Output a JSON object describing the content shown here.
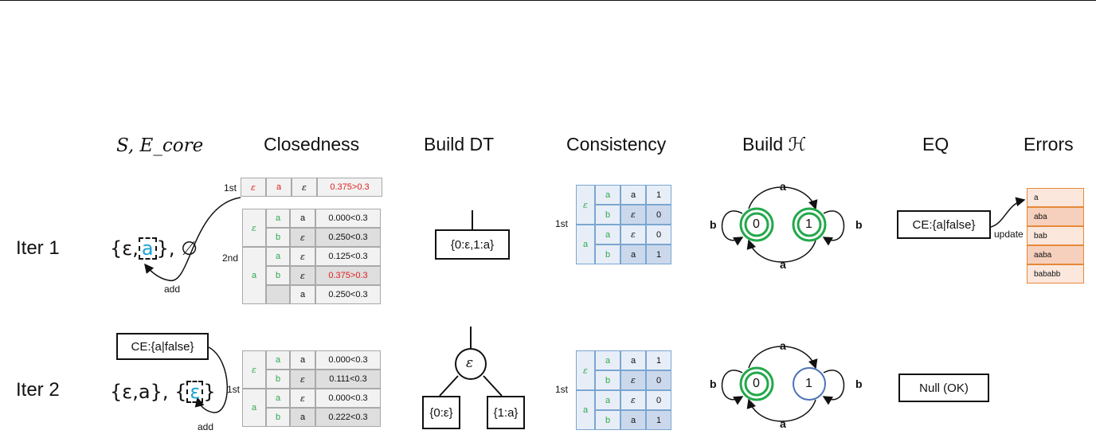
{
  "headers": {
    "s_e": "S, E_core",
    "closedness": "Closedness",
    "build_dt": "Build DT",
    "consistency": "Consistency",
    "build_h": "Build ℋ",
    "eq": "EQ",
    "errors": "Errors"
  },
  "iter1": {
    "label": "Iter 1",
    "set_prefix": "{ε,",
    "set_box": "a",
    "set_suffix": "}, ∅",
    "add_label": "add",
    "closed_first_label": "1st",
    "closed_second_label": "2nd",
    "closed_first_row": [
      "ε",
      "a",
      "ε",
      "0.375>0.3"
    ],
    "closed_second_rows": [
      {
        "c1": "ε",
        "c2": "a",
        "c3": "a",
        "c4": "0.000<0.3"
      },
      {
        "c1": "",
        "c2": "b",
        "c3": "ε",
        "c4": "0.250<0.3"
      },
      {
        "c1": "a",
        "c2": "a",
        "c3": "ε",
        "c4": "0.125<0.3"
      },
      {
        "c1": "",
        "c2": "b",
        "c3": "ε",
        "c4": "0.375>0.3"
      },
      {
        "c1": "",
        "c2": "",
        "c3": "a",
        "c4": "0.250<0.3"
      }
    ],
    "dt_node": "{0:ε,1:a}",
    "consistency_label": "1st",
    "consistency_rows": [
      {
        "c1": "ε",
        "c2": "a",
        "c3": "a",
        "c4": "1"
      },
      {
        "c1": "",
        "c2": "b",
        "c3": "ε",
        "c4": "0"
      },
      {
        "c1": "a",
        "c2": "a",
        "c3": "ε",
        "c4": "0"
      },
      {
        "c1": "",
        "c2": "b",
        "c3": "a",
        "c4": "1"
      }
    ],
    "h_states": [
      "0",
      "1"
    ],
    "h_edges": {
      "top": "a",
      "bottom": "a",
      "left": "b",
      "right": "b"
    },
    "eq_ce": "CE:{a|false}",
    "update_label": "update",
    "errors": [
      "a",
      "aba",
      "bab",
      "aaba",
      "bababb"
    ]
  },
  "iter2": {
    "label": "Iter 2",
    "ce_box": "CE:{a|false}",
    "set_prefix": "{ε,a}, {",
    "set_box": "ε",
    "set_suffix": "}",
    "add_label": "add",
    "closed_label": "1st",
    "closed_rows": [
      {
        "c1": "ε",
        "c2": "a",
        "c3": "a",
        "c4": "0.000<0.3"
      },
      {
        "c1": "",
        "c2": "b",
        "c3": "ε",
        "c4": "0.111<0.3"
      },
      {
        "c1": "a",
        "c2": "a",
        "c3": "ε",
        "c4": "0.000<0.3"
      },
      {
        "c1": "",
        "c2": "b",
        "c3": "a",
        "c4": "0.222<0.3"
      }
    ],
    "dt_root": "ε",
    "dt_left": "{0:ε}",
    "dt_right": "{1:a}",
    "consistency_label": "1st",
    "consistency_rows": [
      {
        "c1": "ε",
        "c2": "a",
        "c3": "a",
        "c4": "1"
      },
      {
        "c1": "",
        "c2": "b",
        "c3": "ε",
        "c4": "0"
      },
      {
        "c1": "a",
        "c2": "a",
        "c3": "ε",
        "c4": "0"
      },
      {
        "c1": "",
        "c2": "b",
        "c3": "a",
        "c4": "1"
      }
    ],
    "h_states": [
      "0",
      "1"
    ],
    "h_edges": {
      "top": "a",
      "bottom": "a",
      "left": "b",
      "right": "b"
    },
    "eq_result": "Null (OK)"
  },
  "colors": {
    "green": "#2fa84f",
    "red": "#e02020",
    "cyan": "#1aa3d6",
    "blue_cell": "#e8eef7",
    "blue_cell_dark": "#cbd8ec",
    "blue_border": "#7aa6d1",
    "gray_cell": "#f2f2f2",
    "gray_cell_dark": "#dedede",
    "state_green": "#22a84a",
    "state_blue": "#4a73b8",
    "error_light": "#fbe7dc",
    "error_dark": "#f6d0bc",
    "error_border": "#e6883a"
  }
}
